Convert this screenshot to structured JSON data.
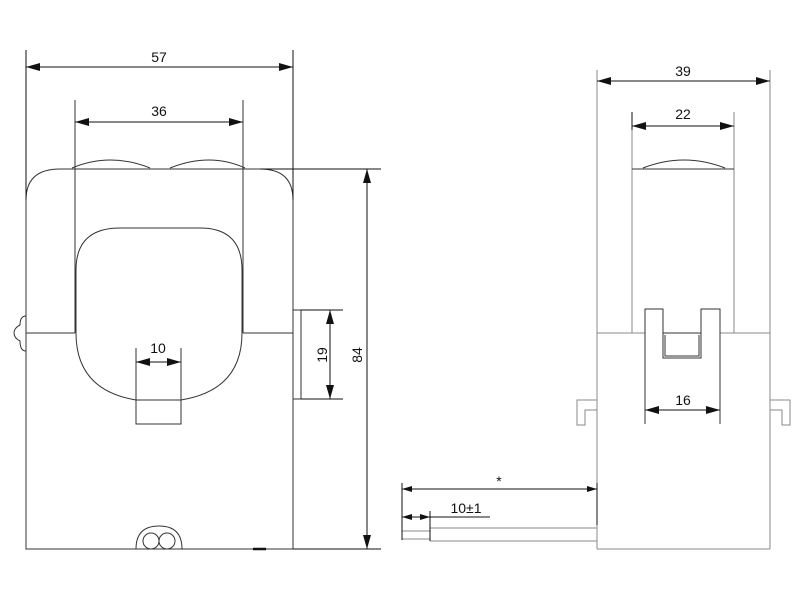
{
  "front_view": {
    "dimensions": {
      "overall_width": "57",
      "window_width": "36",
      "slot_width": "10",
      "tab_height": "19",
      "overall_height": "84"
    }
  },
  "side_view": {
    "dimensions": {
      "overall_depth": "39",
      "window_depth": "22",
      "clip_width": "16",
      "cable_length": "*",
      "strip_length": "10±1"
    }
  },
  "colors": {
    "line": "#333333",
    "background": "#ffffff"
  }
}
